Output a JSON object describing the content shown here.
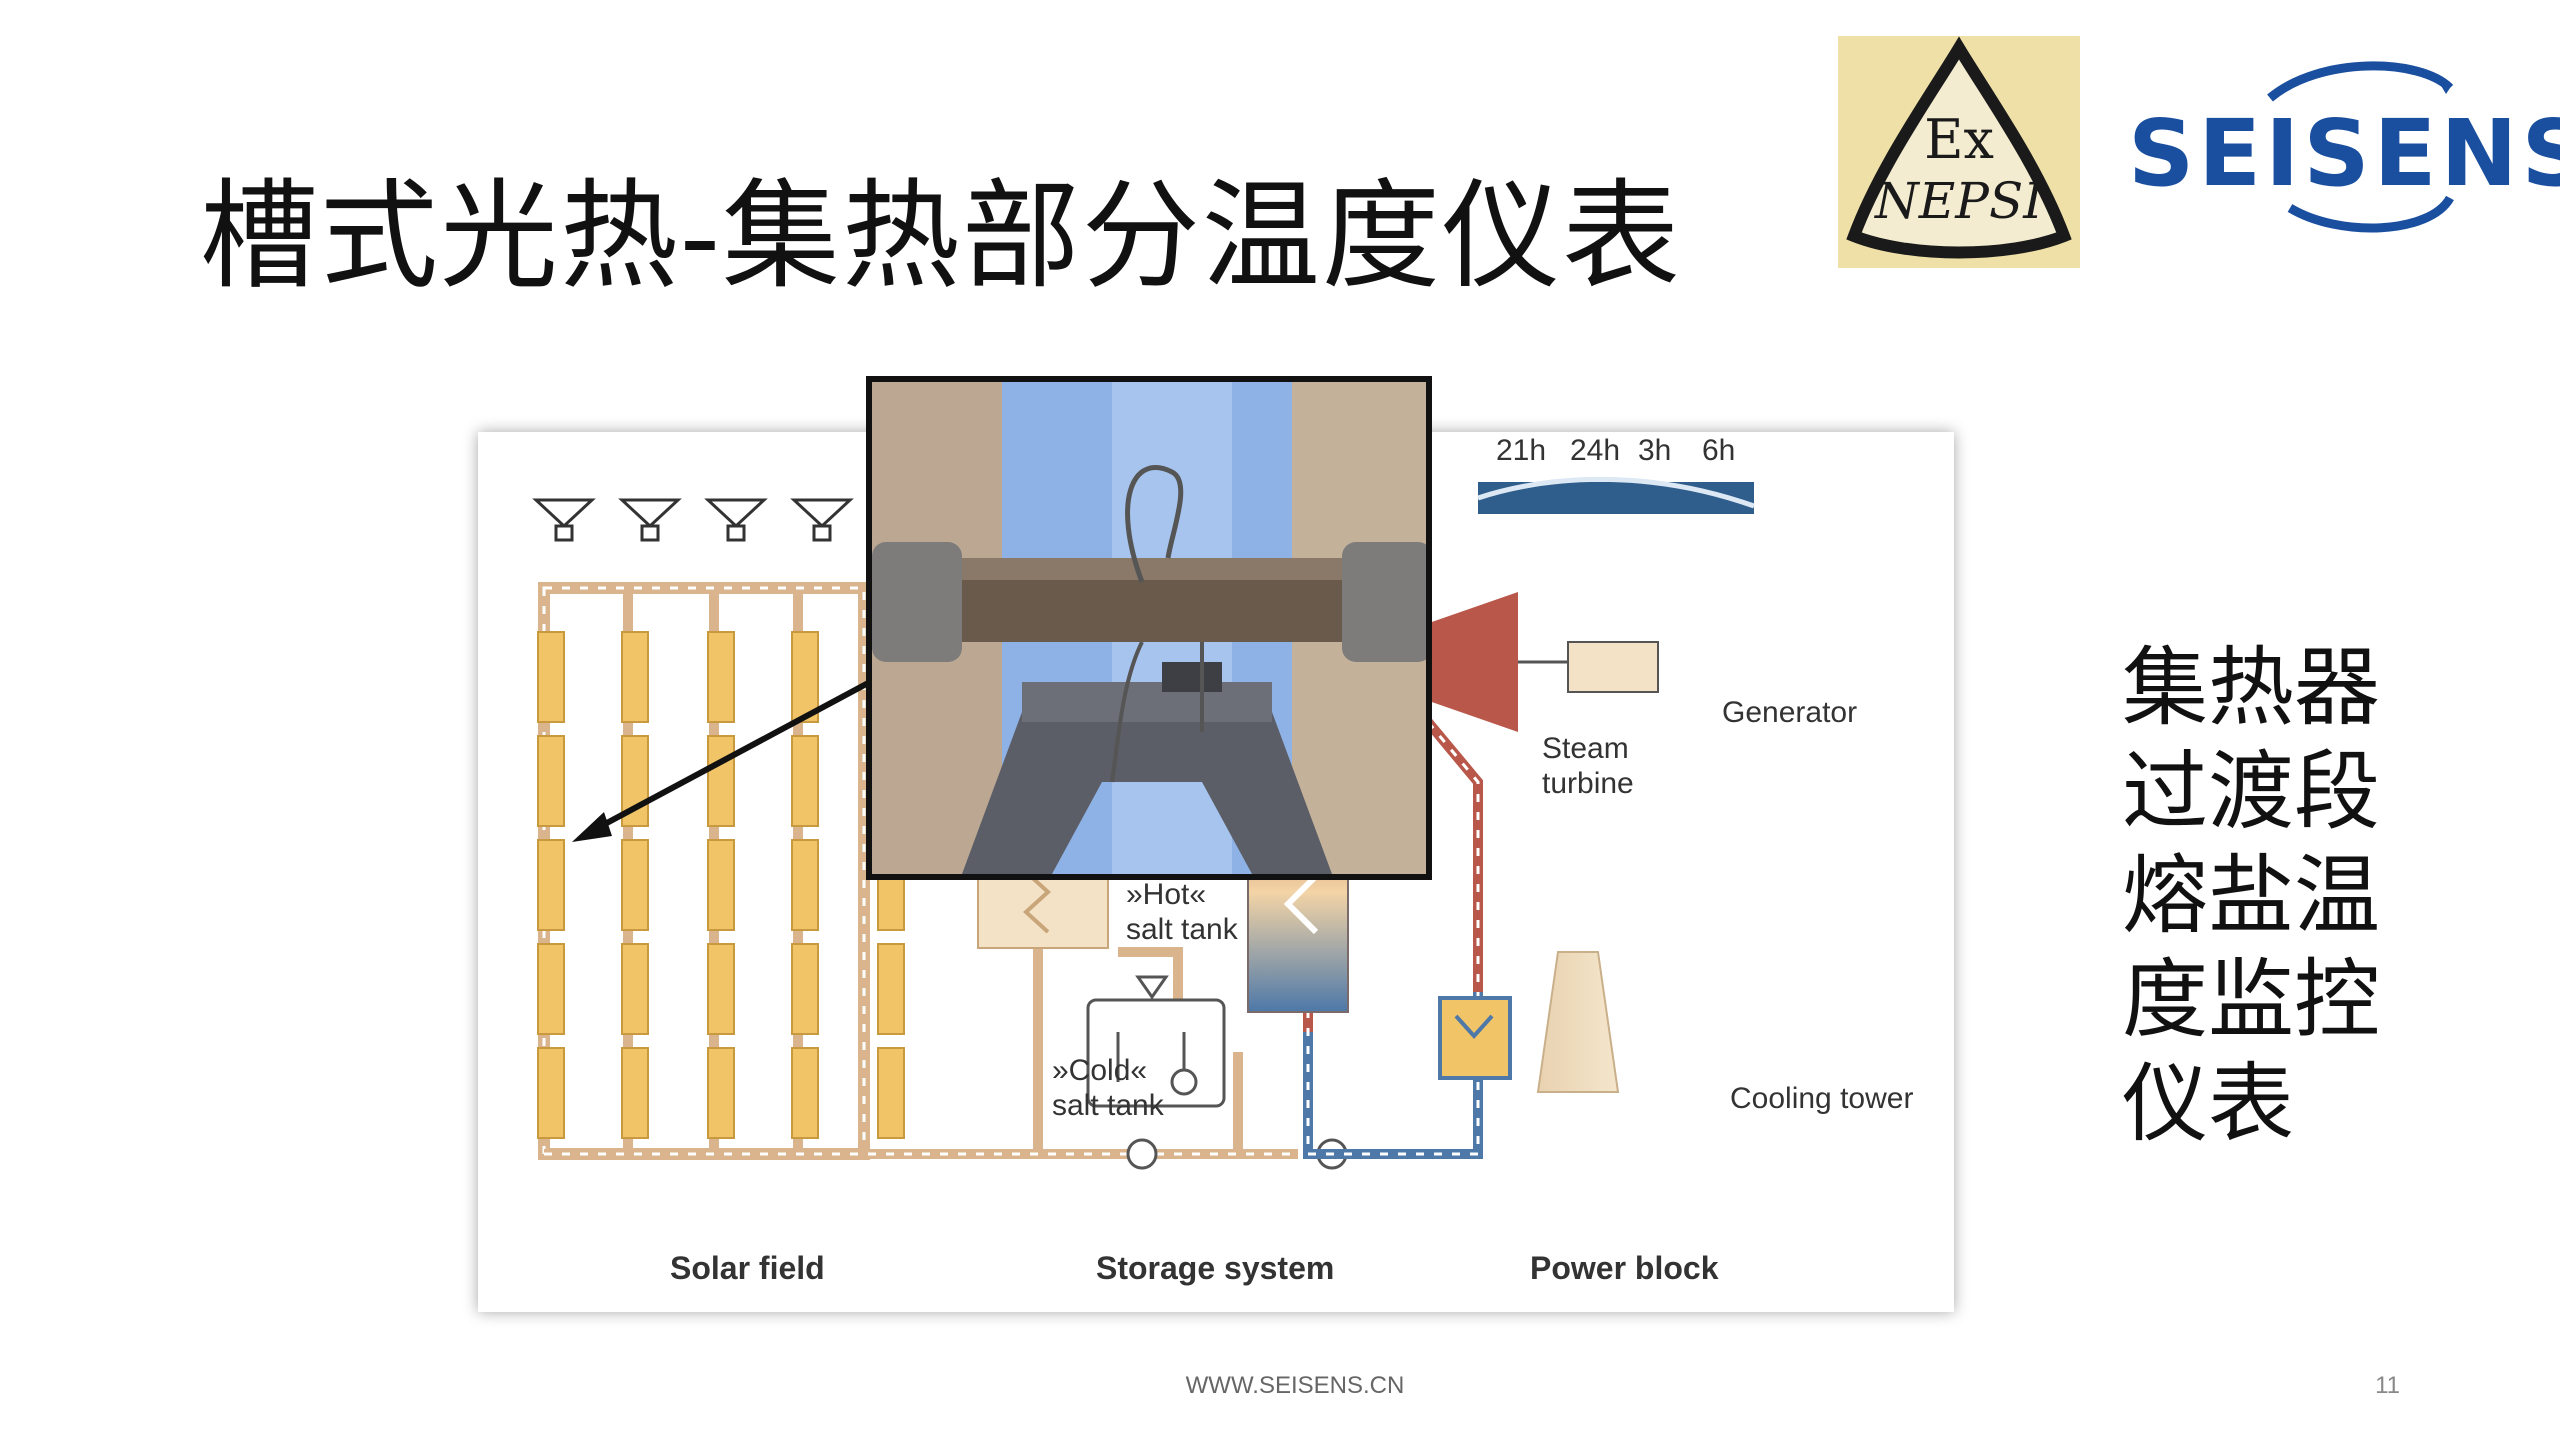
{
  "slide": {
    "title": "槽式光热-集热部分温度仪表",
    "logos": {
      "nepsi_ex": "Ex",
      "nepsi_name": "NEPSI",
      "brand": "SEISENS"
    },
    "side_text_lines": [
      "集热器",
      "过渡段",
      "熔盐温",
      "度监控",
      "仪表"
    ],
    "footer_url": "WWW.SEISENS.CN",
    "page_number": "11"
  },
  "diagram": {
    "timeline_labels": [
      "21h",
      "24h",
      "3h",
      "6h"
    ],
    "labels": {
      "hot_tank": "»Hot«\nsalt tank",
      "cold_tank": "»Cold«\nsalt tank",
      "steam_turbine": "Steam\nturbine",
      "generator": "Generator",
      "cooling_tower": "Cooling tower"
    },
    "sections": [
      "Solar field",
      "Storage system",
      "Power block"
    ],
    "colors": {
      "collector": "#f2c468",
      "hot_line": "#b8574a",
      "cold_line": "#4d78a8",
      "loop_line": "#d9b48c",
      "timeline_bar": "#2f5d8c"
    }
  }
}
